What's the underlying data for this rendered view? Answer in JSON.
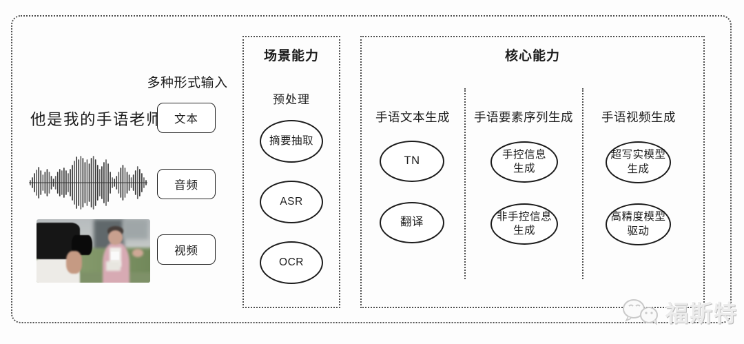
{
  "input_section": {
    "title": "多种形式输入",
    "sample_sentence": "他是我的手语老师",
    "boxes": [
      {
        "label": "文本"
      },
      {
        "label": "音频"
      },
      {
        "label": "视频"
      }
    ]
  },
  "scene_panel": {
    "title": "场景能力",
    "stage_label": "预处理",
    "nodes": [
      {
        "label": "摘要抽取"
      },
      {
        "label": "ASR"
      },
      {
        "label": "OCR"
      }
    ]
  },
  "core_panel": {
    "title": "核心能力",
    "columns": [
      {
        "header": "手语文本生成",
        "nodes": [
          {
            "label": "TN"
          },
          {
            "label": "翻译"
          }
        ]
      },
      {
        "header": "手语要素序列生成",
        "nodes": [
          {
            "label": "手控信息生成"
          },
          {
            "label": "非手控信息生成"
          }
        ]
      },
      {
        "header": "手语视频生成",
        "nodes": [
          {
            "label": "超写实模型生成"
          },
          {
            "label": "高精度模型驱动"
          }
        ]
      }
    ]
  },
  "watermark": {
    "text": "福斯特",
    "icon": "wechat-emoji-icon"
  },
  "colors": {
    "ink": "#1c1c1c",
    "dotted_border": "#4d4d4d",
    "watermark_gray": "#ececec"
  }
}
